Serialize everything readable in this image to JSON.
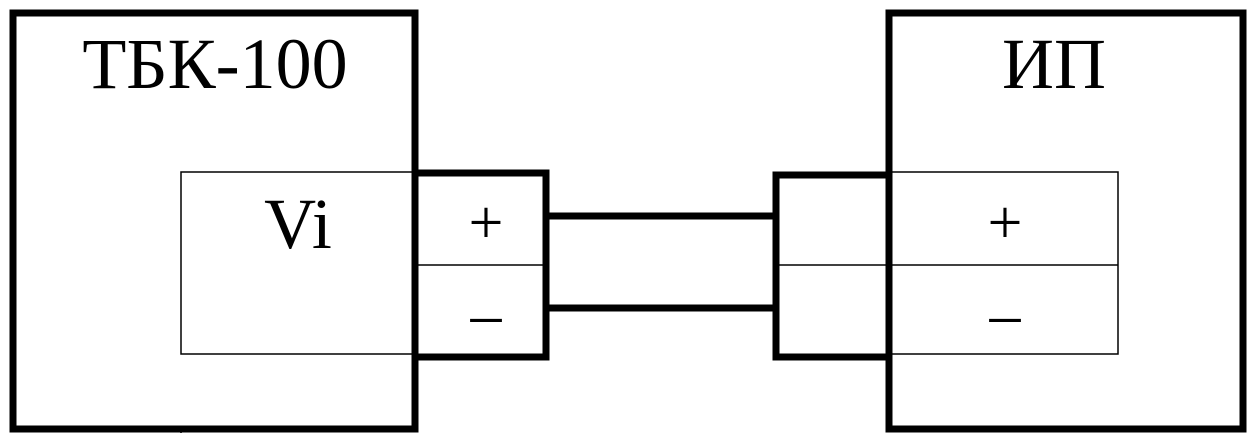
{
  "left_device": {
    "title": "ТБК-100",
    "channel_label": "Vi",
    "plus_label": "+",
    "minus_label": "–"
  },
  "right_device": {
    "title": "ИП",
    "plus_label": "+",
    "minus_label": "–"
  },
  "colors": {
    "line": "#000000",
    "background": "#ffffff"
  }
}
